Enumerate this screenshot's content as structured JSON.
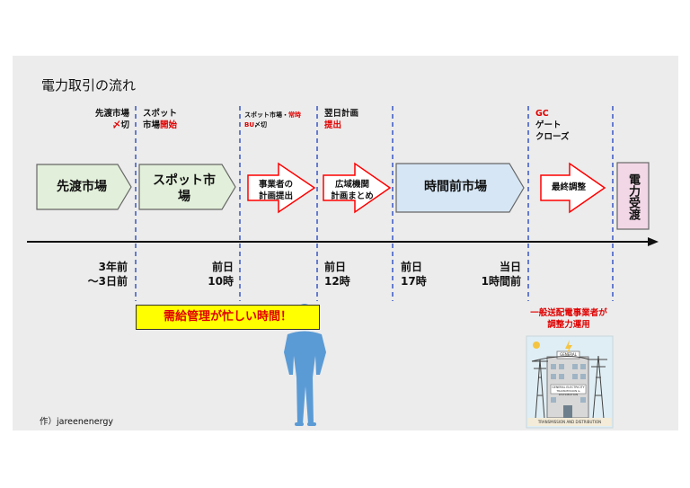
{
  "title": "電力取引の流れ",
  "top_labels": {
    "forward": {
      "line1": "先渡市場",
      "line2_red": "〆",
      "line2_black": "切"
    },
    "spot": {
      "line1": "スポット",
      "line2_black": "市場",
      "line2_red": "開始"
    },
    "spot_close": {
      "line1_black": "スポット市場・",
      "line1_red": "常時",
      "line2_red": "BU",
      "line2_black": "〆切"
    },
    "plan": {
      "line1": "翌日計画",
      "line2_red": "提出"
    },
    "gc": {
      "line1_red": "GC",
      "line2": "ゲート",
      "line3": "クローズ"
    }
  },
  "stages": {
    "forward_market": "先渡市場",
    "spot_market_l1": "スポット市",
    "spot_market_l2": "場",
    "operator_plan_l1": "事業者の",
    "operator_plan_l2": "計画提出",
    "occto_l1": "広域機関",
    "occto_l2": "計画まとめ",
    "intraday_market": "時間前市場",
    "final_adjust": "最終調整",
    "delivery": "電力受渡"
  },
  "timeline": {
    "t1_l1": "3年前",
    "t1_l2": "～3日前",
    "t2_l1": "前日",
    "t2_l2": "10時",
    "t3_l1": "前日",
    "t3_l2": "12時",
    "t4_l1": "前日",
    "t4_l2": "17時",
    "t5_l1": "当日",
    "t5_l2": "1時間前"
  },
  "banner": "需給管理が忙しい時間！",
  "tso_note_l1": "一般送配電事業者が",
  "tso_note_l2": "調整力運用",
  "illustration": {
    "sign": "GENERAL",
    "facade_l1": "GENERAL ELECTRICITY",
    "facade_l2": "TRANSMISSION & DISTRIBUTION",
    "caption": "TRANSMISSION AND DISTRIBUTION"
  },
  "credit": "作）jareenenergy",
  "colors": {
    "green_fill": "#e2efda",
    "blue_fill": "#d6e6f5",
    "red_arrow": "#ff0000",
    "pink_fill": "#f2d7e6",
    "dashed_line": "#1f3fbf",
    "banner_bg": "#ffff00",
    "person": "#5b9bd5"
  }
}
